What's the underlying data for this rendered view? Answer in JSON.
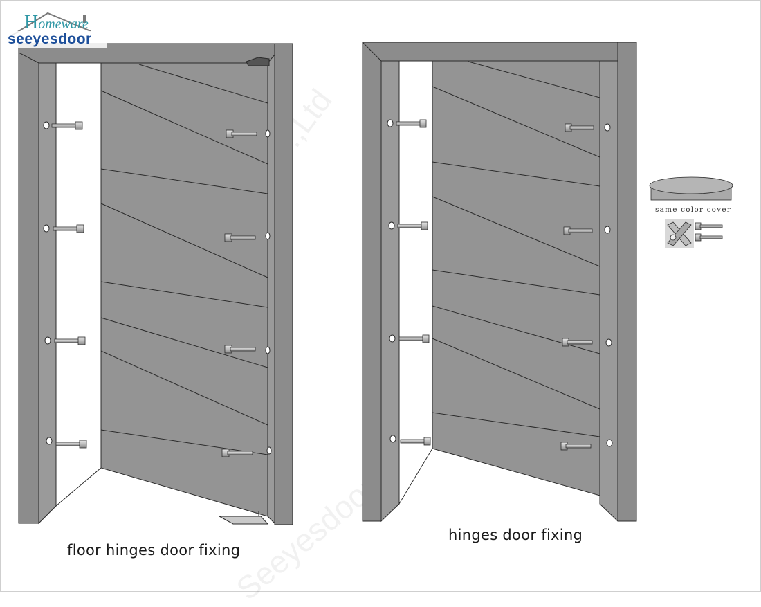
{
  "logo": {
    "line1_initial": "H",
    "line1_rest": "omeware",
    "line2": "seeyesdoor"
  },
  "captions": {
    "left": "floor hinges door fixing",
    "right": "hinges door fixing"
  },
  "accessory": {
    "cover_label": "same color cover"
  },
  "watermarks": [
    "Seeyesdoor Homeware Co.,Ltd",
    "Seeyesdoor Homeware Co.,Ltd"
  ],
  "colors": {
    "frame": "#8c8c8c",
    "door": "#949494",
    "line": "#2a2a2a",
    "cover": "#a9a9a9",
    "metal": "#bdbdbd",
    "logo_teal": "#2f97a5",
    "logo_blue": "#1d4f9a"
  }
}
